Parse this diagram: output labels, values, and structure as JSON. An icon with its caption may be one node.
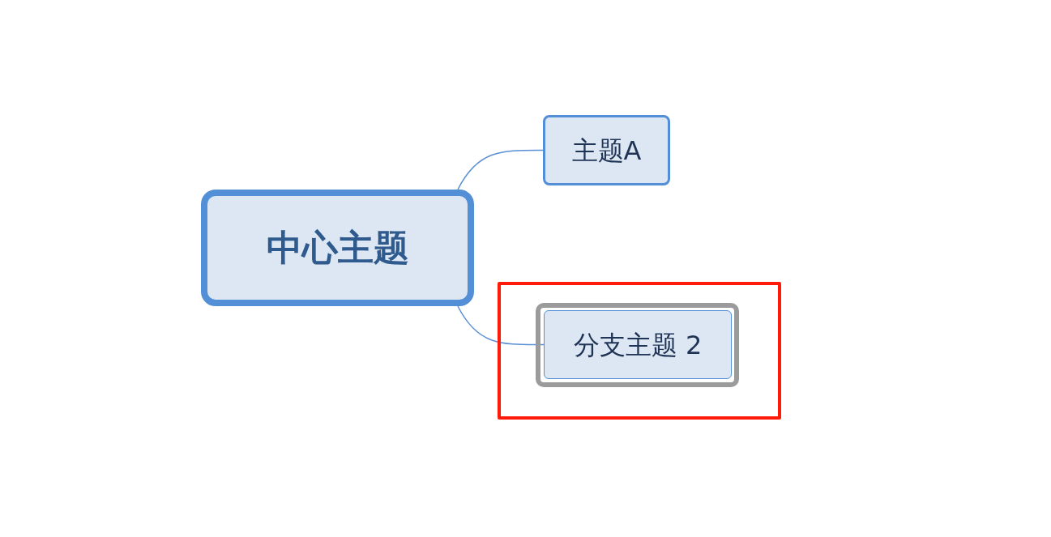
{
  "diagram": {
    "nodes": [
      {
        "text": [
          "中心主题"
        ]
      },
      {
        "text": [
          "主题A"
        ]
      },
      {
        "text": [
          "分支主题 2"
        ]
      }
    ],
    "edges": [
      {
        "from": 0,
        "to": 1,
        "arrow": "none"
      },
      {
        "from": 0,
        "to": 2,
        "arrow": "none"
      }
    ]
  }
}
